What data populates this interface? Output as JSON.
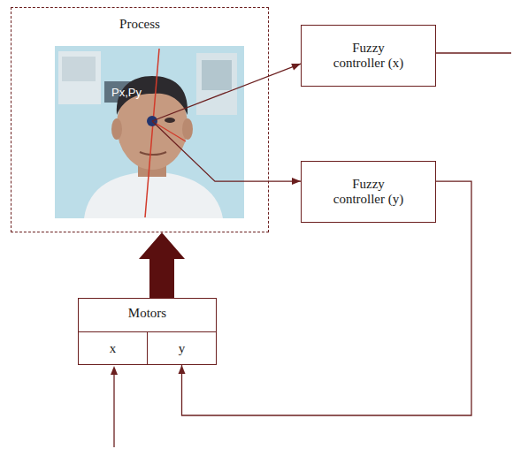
{
  "diagram": {
    "nodes": [
      {
        "text": [
          "Process"
        ]
      },
      {
        "text": [
          "Fuzzy controller (x)"
        ]
      },
      {
        "text": [
          "Fuzzy controller (y)"
        ]
      },
      {
        "text": [
          "Motors"
        ]
      },
      {
        "text": [
          "x"
        ],
        "in": 3
      },
      {
        "text": [
          "y"
        ],
        "in": 3
      }
    ],
    "edges": [
      {
        "from": 0,
        "to": 1,
        "arrow": "to"
      },
      {
        "from": 0,
        "to": 2,
        "arrow": "to"
      },
      {
        "from": 2,
        "to": 5,
        "arrow": "to"
      },
      {
        "from": 3,
        "to": 0,
        "arrow": "to"
      }
    ],
    "labels": [
      "Px,Py"
    ]
  }
}
